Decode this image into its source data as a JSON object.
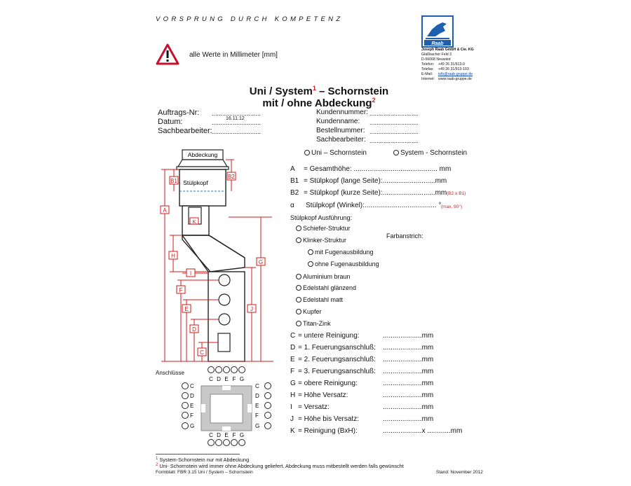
{
  "header": {
    "slogan": "VORSPRUNG DURCH KOMPETENZ",
    "warning": "alle Werte in Millimeter [mm]"
  },
  "company": {
    "logo_text": "Raab",
    "name": "Joseph Raab GmbH & Cie. KG",
    "street": "Gläßbacher Feld 3",
    "city": "D-56068 Neuwied",
    "phone_label": "Telefon:",
    "phone": "+49 26 31/913-0",
    "fax_label": "Telefax:",
    "fax": "+49 26 31/913-193",
    "email_label": "E-Mail:",
    "email": "info@raab-gruppe.de",
    "web_label": "Internet:",
    "web": "www.raab-gruppe.de"
  },
  "title": {
    "line1": "Uni / System",
    "sup1": "1",
    "dash": " – Schornstein",
    "line2": "mit / ohne Abdeckung",
    "sup2": "2"
  },
  "order": {
    "auftrag_label": "Auftrags-Nr:",
    "auftrag_dots": "............................",
    "datum_label": "Datum:",
    "datum_value": "16.11.12",
    "datum_dots": "............................",
    "bearbeiter_label": "Sachbearbeiter:",
    "bearbeiter_dots": "............................"
  },
  "customer": {
    "nr_label": "Kundennummer:",
    "nr_dots": "............................",
    "name_label": "Kundenname:",
    "name_dots": "............................",
    "bestell_label": "Bestellnummer:",
    "bestell_dots": "............................",
    "bearbeiter_label": "Sachbearbeiter:",
    "bearbeiter_dots": "............................"
  },
  "options": {
    "uni": "Uni – Schornstein",
    "system": "System - Schornstein"
  },
  "fields": {
    "a": {
      "k": "A",
      "t": "= Gesamthöhe: ........................................... mm"
    },
    "b1": {
      "k": "B1",
      "t": "= Stülpkopf (lange Seite):...........................mm"
    },
    "b2": {
      "k": "B2",
      "t": "= Stülpkopf (kurze Seite):...........................mm",
      "note": "(B2 ≤ B1)"
    },
    "alpha": {
      "k": "α",
      "t": "Stülpkopf (Winkel):..................................... °",
      "note": "(max. 90°)"
    }
  },
  "ausfuehrung": {
    "label": "Stülpkopf Ausführung:",
    "farbanstrich": "Farbanstrich:",
    "opts": [
      "Schiefer-Struktur",
      "Klinker-Struktur",
      "mit Fugenausbildung",
      "ohne Fugenausbildung",
      "Aluminium braun",
      "Edelstahl glänzend",
      "Edelstahl matt",
      "Kupfer",
      "Titan-Zink"
    ]
  },
  "measures": [
    {
      "k": "C",
      "l": "= untere Reinigung:",
      "d": "....................mm"
    },
    {
      "k": "D",
      "l": "= 1. Feuerungsanschluß:",
      "d": "....................mm"
    },
    {
      "k": "E",
      "l": "= 2. Feuerungsanschluß:",
      "d": "....................mm"
    },
    {
      "k": "F",
      "l": "= 3. Feuerungsanschluß:",
      "d": "....................mm"
    },
    {
      "k": "G",
      "l": "= obere Reinigung:",
      "d": "....................mm"
    },
    {
      "k": "H",
      "l": "= Höhe Versatz:",
      "d": "....................mm"
    },
    {
      "k": "I",
      "l": "= Versatz:",
      "d": "....................mm"
    },
    {
      "k": "J",
      "l": "= Höhe bis Versatz:",
      "d": "....................mm"
    },
    {
      "k": "K",
      "l": "= Reinigung (BxH):",
      "d": "....................x ............mm"
    }
  ],
  "diagram": {
    "abdeckung": "Abdeckung",
    "stuelpkopf": "Stülpkopf",
    "letters": {
      "a": "A",
      "b1": "B1",
      "b2": "B2",
      "h": "H",
      "i": "I",
      "k": "K",
      "g": "G",
      "j": "J",
      "f": "F",
      "e": "E",
      "d": "D",
      "c": "C"
    }
  },
  "anschluesse": {
    "label": "Anschlüsse",
    "letters": [
      "C",
      "D",
      "E",
      "F",
      "G"
    ]
  },
  "footer": {
    "n1": "1",
    "note1": "System-Schornstein nur mit Abdeckung",
    "n2": "2",
    "note2": "Uni- Schornstein wird immer ohne Abdeckung geliefert. Abdeckung muss mitbestellt werden falls gewünscht",
    "formblatt": "Formblatt: FBR 3.15 Uni / System – Schornstein",
    "stand": "Stand: November 2012"
  }
}
